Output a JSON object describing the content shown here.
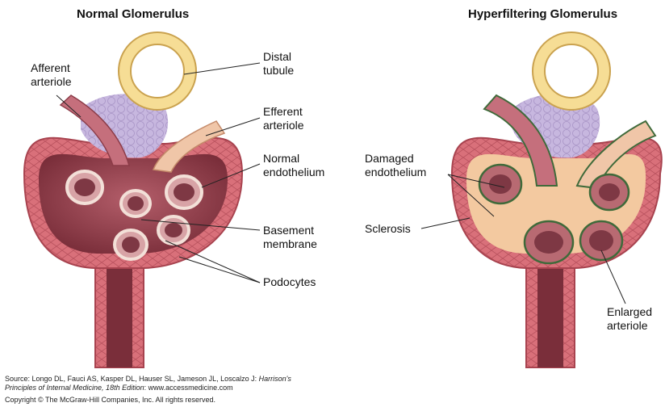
{
  "titles": {
    "left": "Normal Glomerulus",
    "right": "Hyperfiltering Glomerulus"
  },
  "labels": {
    "left": {
      "afferent": [
        "Afferent",
        "arteriole"
      ],
      "distal": [
        "Distal",
        "tubule"
      ],
      "efferent": [
        "Efferent",
        "arteriole"
      ],
      "normal_endothelium": [
        "Normal",
        "endothelium"
      ],
      "basement_membrane": [
        "Basement",
        "membrane"
      ],
      "podocytes": "Podocytes"
    },
    "right": {
      "damaged_endothelium": [
        "Damaged",
        "endothelium"
      ],
      "sclerosis": "Sclerosis",
      "enlarged_arteriole": [
        "Enlarged",
        "arteriole"
      ]
    }
  },
  "source": {
    "prefix": "Source: Longo DL, Fauci AS, Kasper DL, Hauser SL, Jameson JL, Loscalzo J: ",
    "book_line1": "Harrison's",
    "book_line2": "Principles of Internal Medicine, 18th Edition",
    "url_suffix": ": www.accessmedicine.com",
    "copyright": "Copyright © The McGraw-Hill Companies, Inc. All rights reserved."
  },
  "colors": {
    "capsule": "#d9707a",
    "capsule_dark": "#a8434f",
    "interior": "#8c3c48",
    "tubule": "#f6dd95",
    "tubule_stroke": "#caa24f",
    "mesangial": "#c7b7df",
    "efferent": "#f0c6a8",
    "afferent": "#c56f7c",
    "sclerosis": "#f3c9a0",
    "damaged_outline": "#3f6a3a"
  }
}
